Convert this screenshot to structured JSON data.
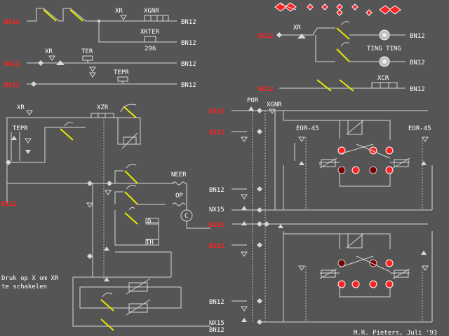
{
  "colors": {
    "background": "#555555",
    "wire": "#d8d8d8",
    "switch": "#e8e800",
    "power_label": "#ff2020",
    "lamp_on": "#ff2222",
    "lamp_off": "#7a0000"
  },
  "labels": {
    "bn12": "BN12",
    "xr": "XR",
    "xgnr": "XGNR",
    "xkter": "XKTER",
    "xkter_value": "296",
    "ter": "TER",
    "tepr": "TEPR",
    "xzr": "XZR",
    "neer": "NEER",
    "op": "OP",
    "c": "C",
    "d": "D",
    "th": "TH",
    "por": "POR",
    "xcr": "XCR",
    "eor45": "EOR-45",
    "nx15": "NX15",
    "bx12": "BX12",
    "bx15": "BX15",
    "ting": "TING TING",
    "instruction_line1": "Druk op X om XR",
    "instruction_line2": "te schakelen",
    "credit": "M.R. Pieters, Juli '93"
  }
}
